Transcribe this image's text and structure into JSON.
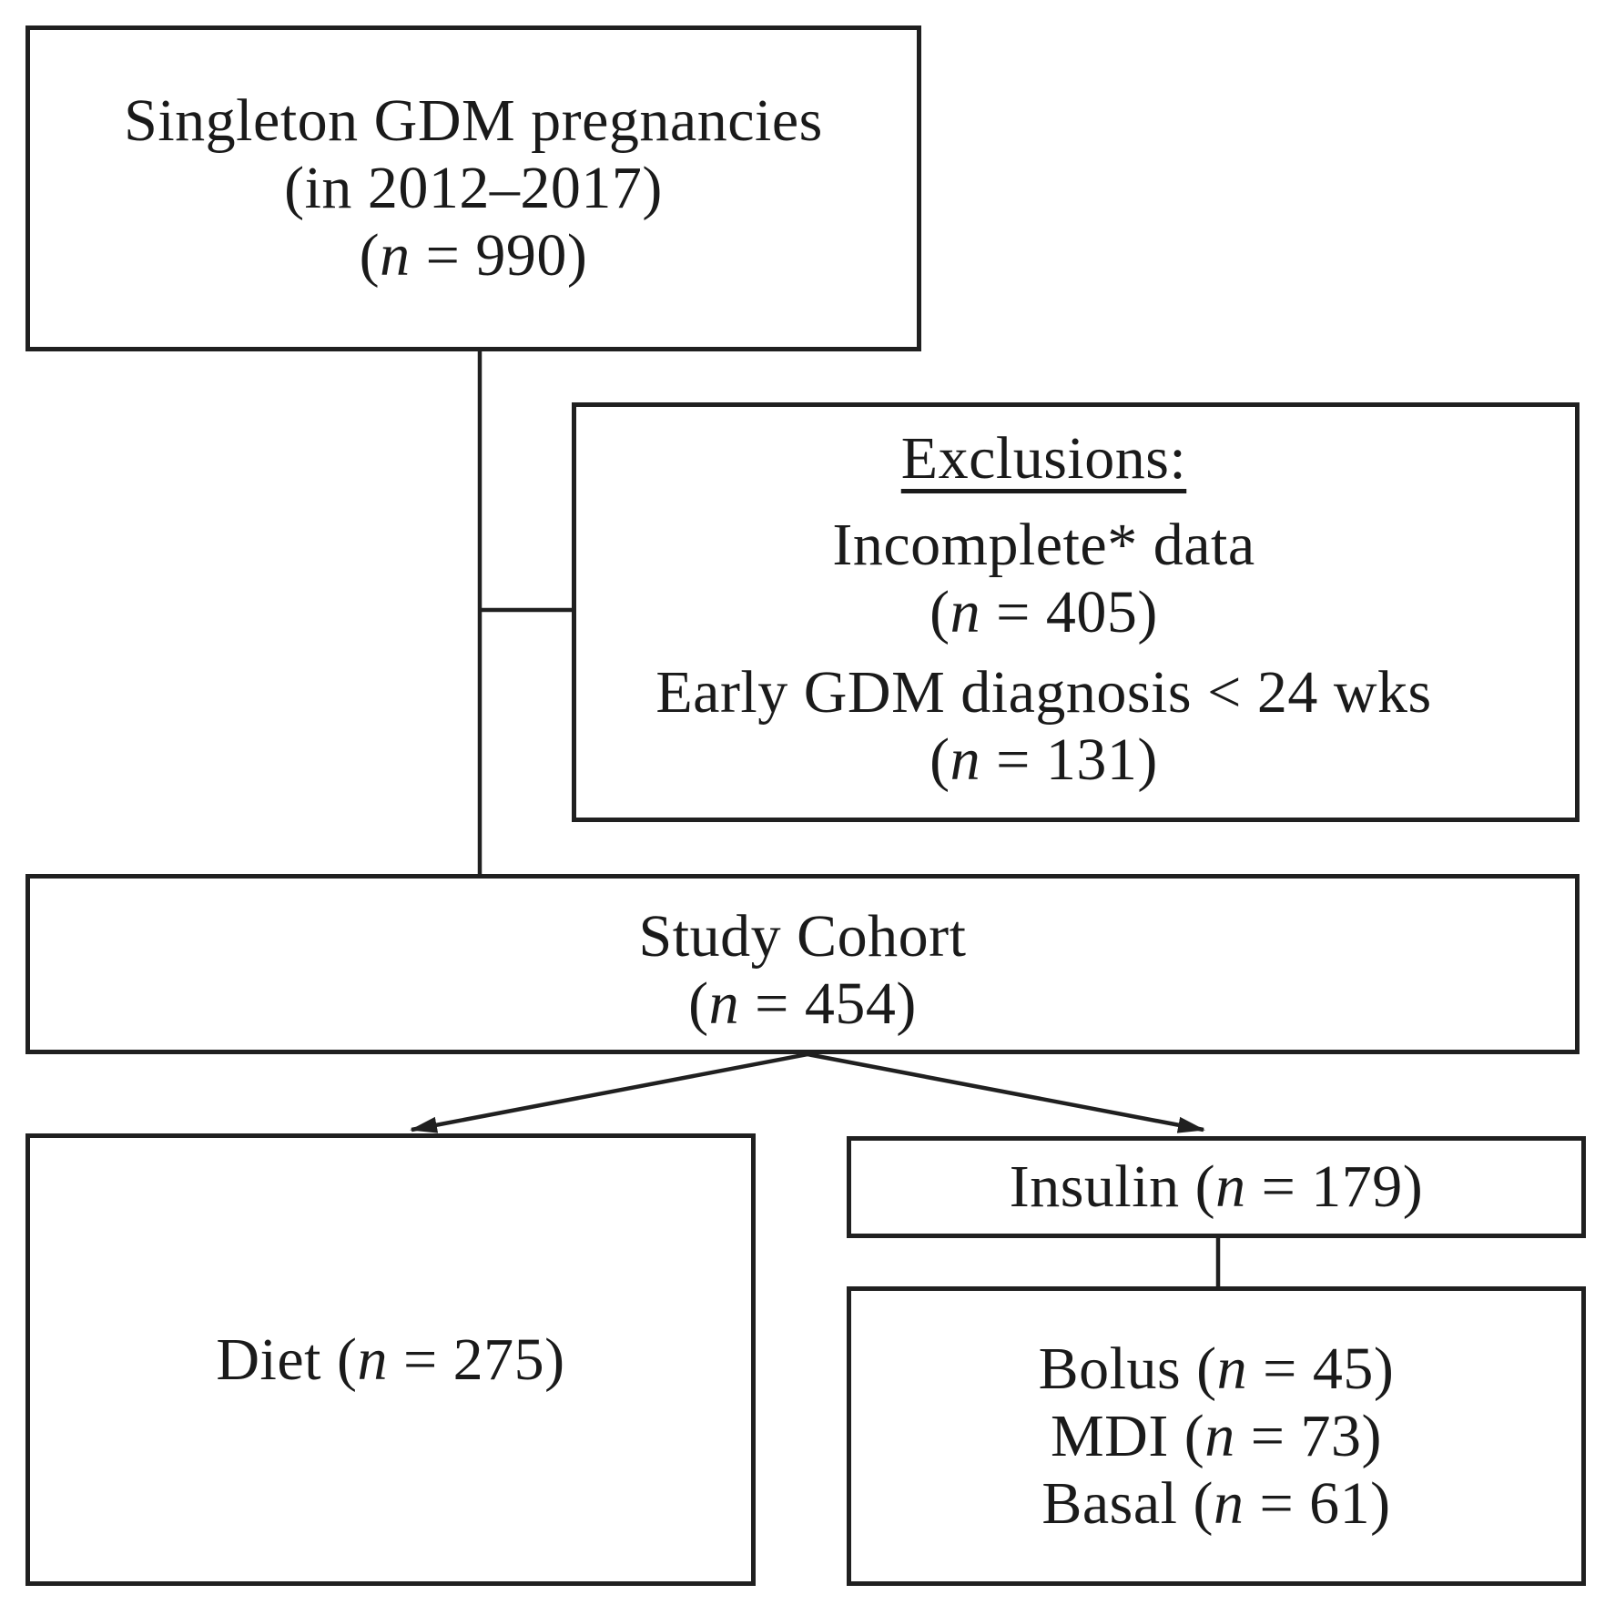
{
  "palette": {
    "ink": "#202020",
    "text": "#1a1a1a",
    "background": "#ffffff"
  },
  "diagram": {
    "source_box": {
      "line1": "Singleton GDM pregnancies",
      "line2": "(in 2012–2017)",
      "line3": "(n = 990)"
    },
    "exclusions_box": {
      "heading": "Exclusions:",
      "items": [
        {
          "label": "Incomplete* data",
          "count": "(n = 405)"
        },
        {
          "label": "Early GDM diagnosis < 24 wks",
          "count": "(n = 131)"
        }
      ]
    },
    "cohort_box": {
      "line1": "Study Cohort",
      "line2": "(n = 454)"
    },
    "diet_box": {
      "label": "Diet (n = 275)"
    },
    "insulin_box": {
      "label": "Insulin (n = 179)"
    },
    "insulin_subtypes_box": {
      "line1": "Bolus (n = 45)",
      "line2": "MDI (n = 73)",
      "line3": "Basal (n = 61)"
    }
  }
}
